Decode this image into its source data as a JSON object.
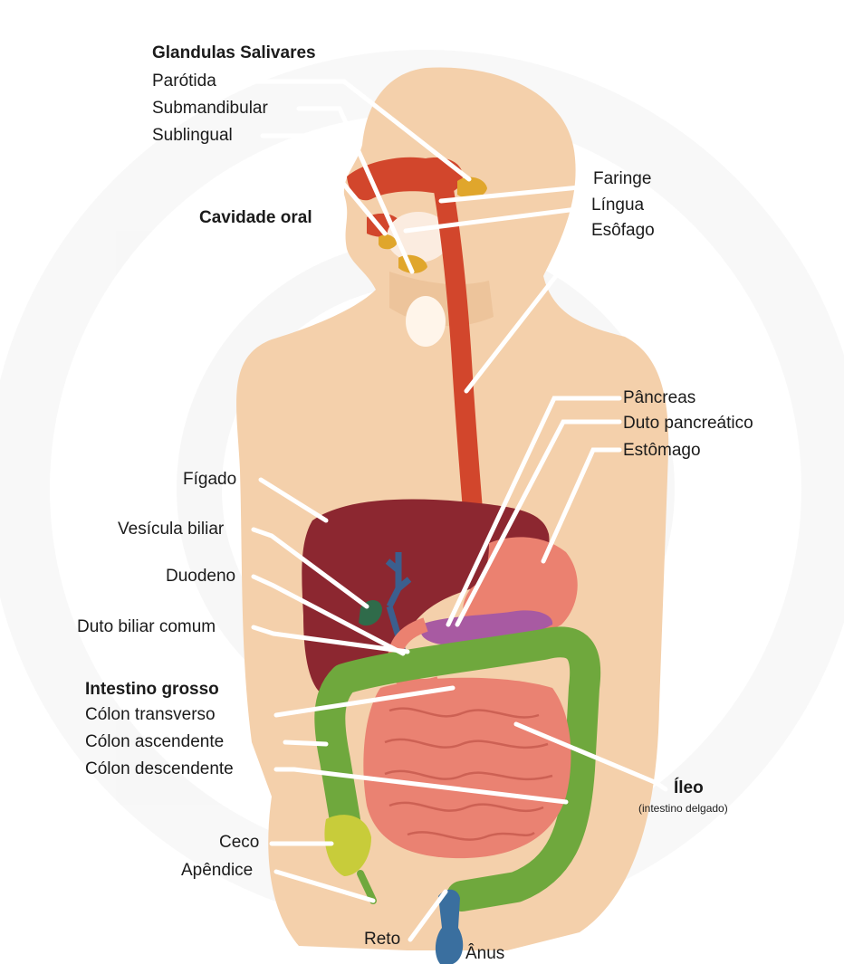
{
  "labels": {
    "glandulas_salivares": "Glandulas Salivares",
    "parotida": "Parótida",
    "submandibular": "Submandibular",
    "sublingual": "Sublingual",
    "cavidade_oral": "Cavidade oral",
    "faringe": "Faringe",
    "lingua": "Língua",
    "esofago": "Esôfago",
    "pancreas": "Pâncreas",
    "duto_pancreatico": "Duto pancreático",
    "estomago": "Estômago",
    "figado": "Fígado",
    "vesicula_biliar": "Vesícula biliar",
    "duodeno": "Duodeno",
    "duto_biliar_comum": "Duto biliar comum",
    "intestino_grosso": "Intestino grosso",
    "colon_transverso": "Cólon transverso",
    "colon_ascendente": "Cólon ascendente",
    "colon_descendente": "Cólon descendente",
    "ileo": "Íleo",
    "intestino_delgado": "(intestino delgado)",
    "ceco": "Ceco",
    "apendice": "Apêndice",
    "reto": "Reto",
    "anus": "Ânus"
  },
  "colors": {
    "body": "#f4d0ab",
    "body_shadow": "#e8b98e",
    "liver": "#8c2730",
    "esophagus": "#d2462c",
    "stomach": "#eb8170",
    "pancreas": "#a85aa2",
    "small_intestine": "#ea8272",
    "large_intestine": "#6fa83d",
    "gallbladder": "#2f6b4a",
    "bile_duct": "#3b5f8e",
    "salivary": "#e0a62c",
    "cecum": "#c8cc3a",
    "anus": "#3a6f9f",
    "leader_line": "#ffffff"
  }
}
